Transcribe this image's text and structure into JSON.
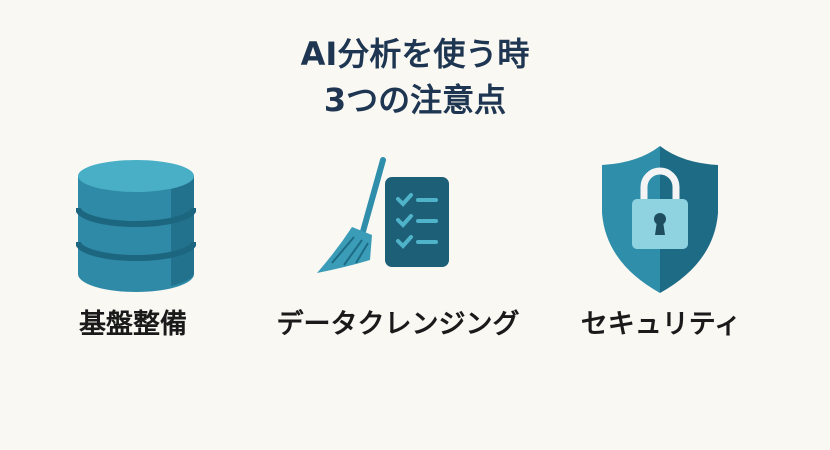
{
  "title": {
    "line1": "AI分析を使う時",
    "line2": "3つの注意点"
  },
  "items": [
    {
      "label": "基盤整備",
      "icon": "database-icon"
    },
    {
      "label": "データクレンジング",
      "icon": "broom-checklist-icon"
    },
    {
      "label": "セキュリティ",
      "icon": "shield-lock-icon"
    }
  ],
  "colors": {
    "title": "#1e3651",
    "primary": "#2f8fab",
    "dark": "#1d6b85",
    "light": "#8fd3e0"
  }
}
